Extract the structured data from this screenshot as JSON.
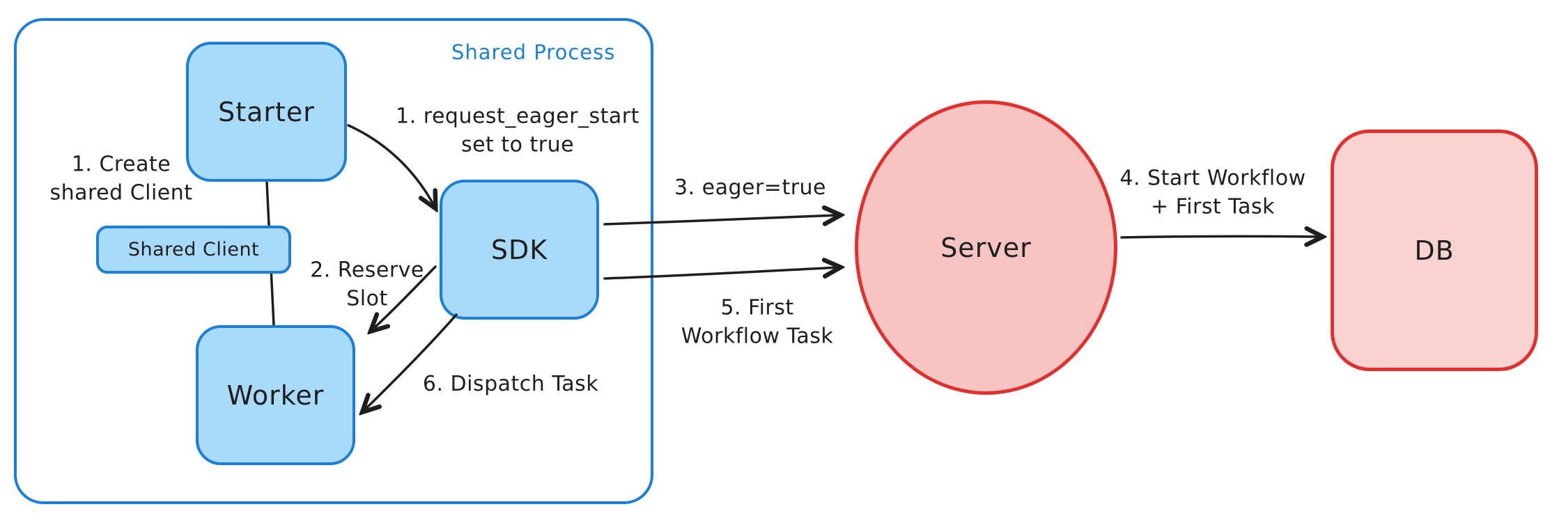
{
  "colors": {
    "blue_stroke": "#1c7ed6",
    "blue_fill": "#a9daf9",
    "red_stroke": "#e03131",
    "red_fill_server": "#f6c4c2",
    "red_fill_db": "#f8d3d1",
    "text": "#1e1e1e",
    "background": "#ffffff"
  },
  "shared_process": {
    "label": "Shared Process",
    "nodes": {
      "starter": "Starter",
      "shared_client": "Shared Client",
      "worker": "Worker",
      "sdk": "SDK"
    }
  },
  "nodes": {
    "server": "Server",
    "db": "DB"
  },
  "annotations": {
    "create_shared_client": "1. Create\nshared Client",
    "request_eager_start": "1. request_eager_start\nset to true",
    "reserve_slot": "2. Reserve\nSlot",
    "dispatch_task": "6. Dispatch Task",
    "eager_true": "3. eager=true",
    "first_workflow_task": "5. First\nWorkflow Task",
    "start_workflow": "4. Start Workflow\n+ First Task"
  }
}
